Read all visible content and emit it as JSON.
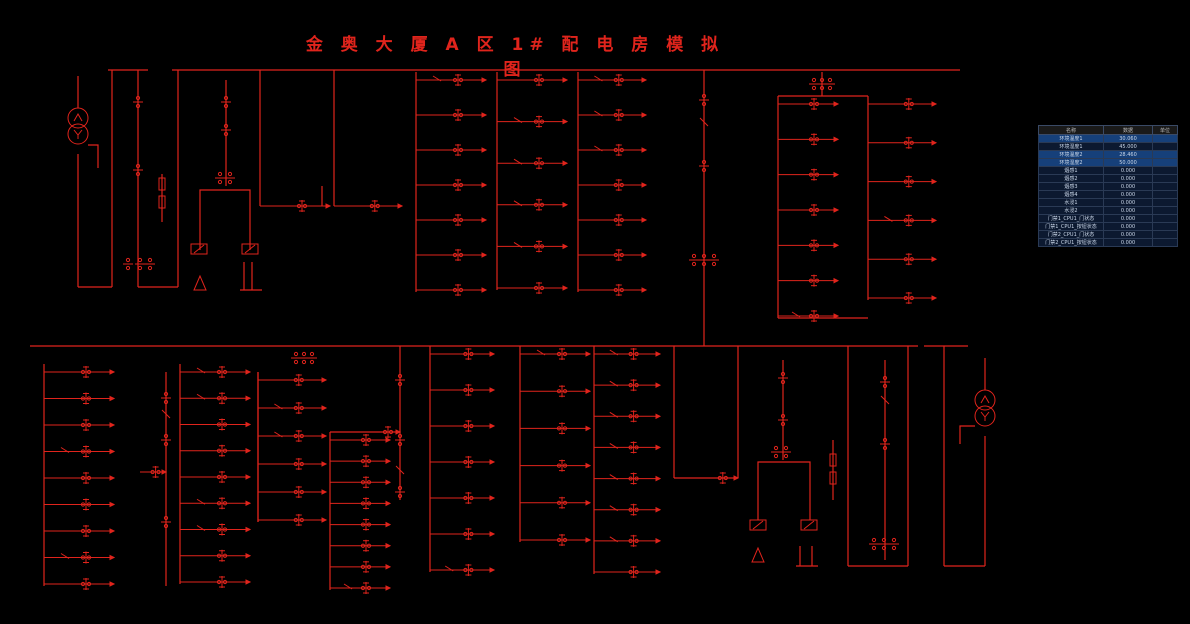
{
  "title": "金 奥 大 厦 A 区 1# 配 电 房 模 拟 图",
  "colors": {
    "line": "#e0241c",
    "background": "#000000",
    "table_highlight": "#16407a",
    "table_dark": "#0c1930"
  },
  "data_table": {
    "headers": [
      "名称",
      "数据",
      "单位"
    ],
    "rows": [
      {
        "name": "环境温度1",
        "value": "30.060",
        "unit": "",
        "style": "hl"
      },
      {
        "name": "环境湿度1",
        "value": "45.000",
        "unit": "",
        "style": "dk"
      },
      {
        "name": "环境温度2",
        "value": "28.460",
        "unit": "",
        "style": "hl"
      },
      {
        "name": "环境湿度2",
        "value": "50.000",
        "unit": "",
        "style": "hl"
      },
      {
        "name": "烟感1",
        "value": "0.000",
        "unit": "",
        "style": "dk"
      },
      {
        "name": "烟感2",
        "value": "0.000",
        "unit": "",
        "style": "dk"
      },
      {
        "name": "烟感3",
        "value": "0.000",
        "unit": "",
        "style": "dk"
      },
      {
        "name": "烟感4",
        "value": "0.000",
        "unit": "",
        "style": "dk"
      },
      {
        "name": "水浸1",
        "value": "0.000",
        "unit": "",
        "style": "dk"
      },
      {
        "name": "水浸2",
        "value": "0.000",
        "unit": "",
        "style": "dk"
      },
      {
        "name": "门禁1_CPU1_门状态",
        "value": "0.000",
        "unit": "",
        "style": "dk"
      },
      {
        "name": "门禁1_CPU1_按钮状态",
        "value": "0.000",
        "unit": "",
        "style": "dk"
      },
      {
        "name": "门禁2_CPU1_门状态",
        "value": "0.000",
        "unit": "",
        "style": "dk"
      },
      {
        "name": "门禁2_CPU1_按钮状态",
        "value": "0.000",
        "unit": "",
        "style": "dk"
      }
    ]
  }
}
